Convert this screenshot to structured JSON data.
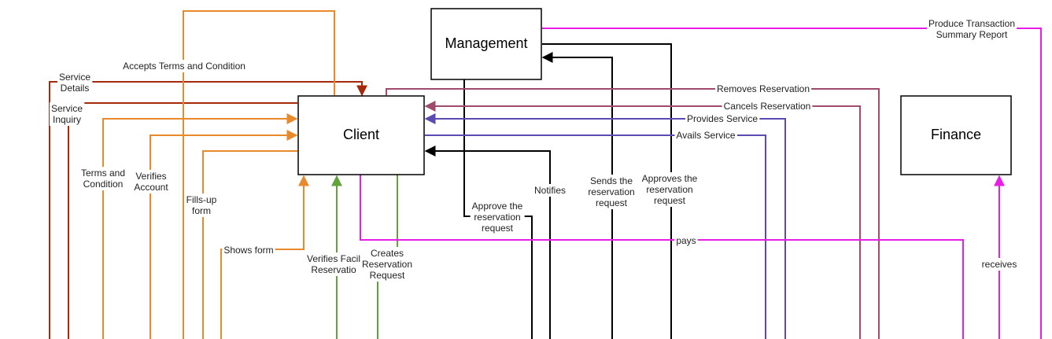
{
  "colors": {
    "dark_red": "#a52a0a",
    "orange": "#e8892c",
    "green": "#5fa33a",
    "black": "#000000",
    "plum": "#a04a6e",
    "purple": "#5b4ab0",
    "magenta": "#e81ee8"
  },
  "nodes": {
    "management": "Management",
    "client": "Client",
    "finance": "Finance"
  },
  "labels": {
    "service_details": [
      "Service",
      "Details"
    ],
    "service_inquiry": [
      "Service",
      "Inquiry"
    ],
    "accepts_terms": [
      "Accepts Terms and Condition"
    ],
    "terms_condition": [
      "Terms and",
      "Condition"
    ],
    "verifies_account": [
      "Verifies",
      "Account"
    ],
    "fills_up_form": [
      "Fills-up",
      "form"
    ],
    "shows_form": [
      "Shows form"
    ],
    "verifies_facility": [
      "Verifies Facil",
      "Reservatio"
    ],
    "creates_reservation": [
      "Creates",
      "Reservation",
      "Request"
    ],
    "approve_request": [
      "Approve the",
      "reservation",
      "request"
    ],
    "notifies": [
      "Notifies"
    ],
    "sends_request": [
      "Sends the",
      "reservation",
      "request"
    ],
    "approves_request": [
      "Approves the",
      "reservation",
      "request"
    ],
    "removes_reservation": [
      "Removes Reservation"
    ],
    "cancels_reservation": [
      "Cancels Reservation"
    ],
    "provides_service": [
      "Provides Service"
    ],
    "avails_service": [
      "Avails Service"
    ],
    "pays": [
      "pays"
    ],
    "receives": [
      "receives"
    ],
    "produce_report": [
      "Produce Transaction",
      "Summary Report"
    ]
  }
}
